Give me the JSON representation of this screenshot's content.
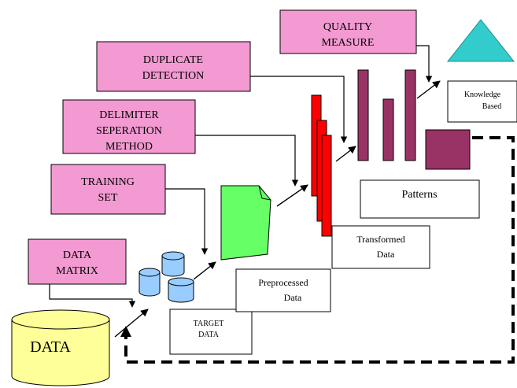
{
  "labels": {
    "quality_measure": [
      "QUALITY",
      "MEASURE"
    ],
    "duplicate_detection": [
      "DUPLICATE",
      "DETECTION"
    ],
    "delimiter_method": [
      "DELIMITER",
      "SEPERATION",
      "METHOD"
    ],
    "training_set": [
      "TRAINING",
      "SET"
    ],
    "data_matrix": [
      "DATA",
      "MATRIX"
    ],
    "data": "DATA",
    "target_data": [
      "TARGET",
      "DATA"
    ],
    "preprocessed_data": [
      "Preprocessed",
      "Data"
    ],
    "transformed_data": [
      "Transformed",
      "Data"
    ],
    "patterns": "Patterns",
    "knowledge_based": [
      "Knowledge",
      "Based"
    ]
  },
  "colors": {
    "pink_box": "#f39ad2",
    "red_bar": "#ff0000",
    "maroon_bar": "#993366",
    "green_doc": "#66ff66",
    "cyan_triangle": "#33cccc",
    "data_cylinder": "#ffff99",
    "db_cylinder": "#99ccff",
    "line": "#000000"
  }
}
